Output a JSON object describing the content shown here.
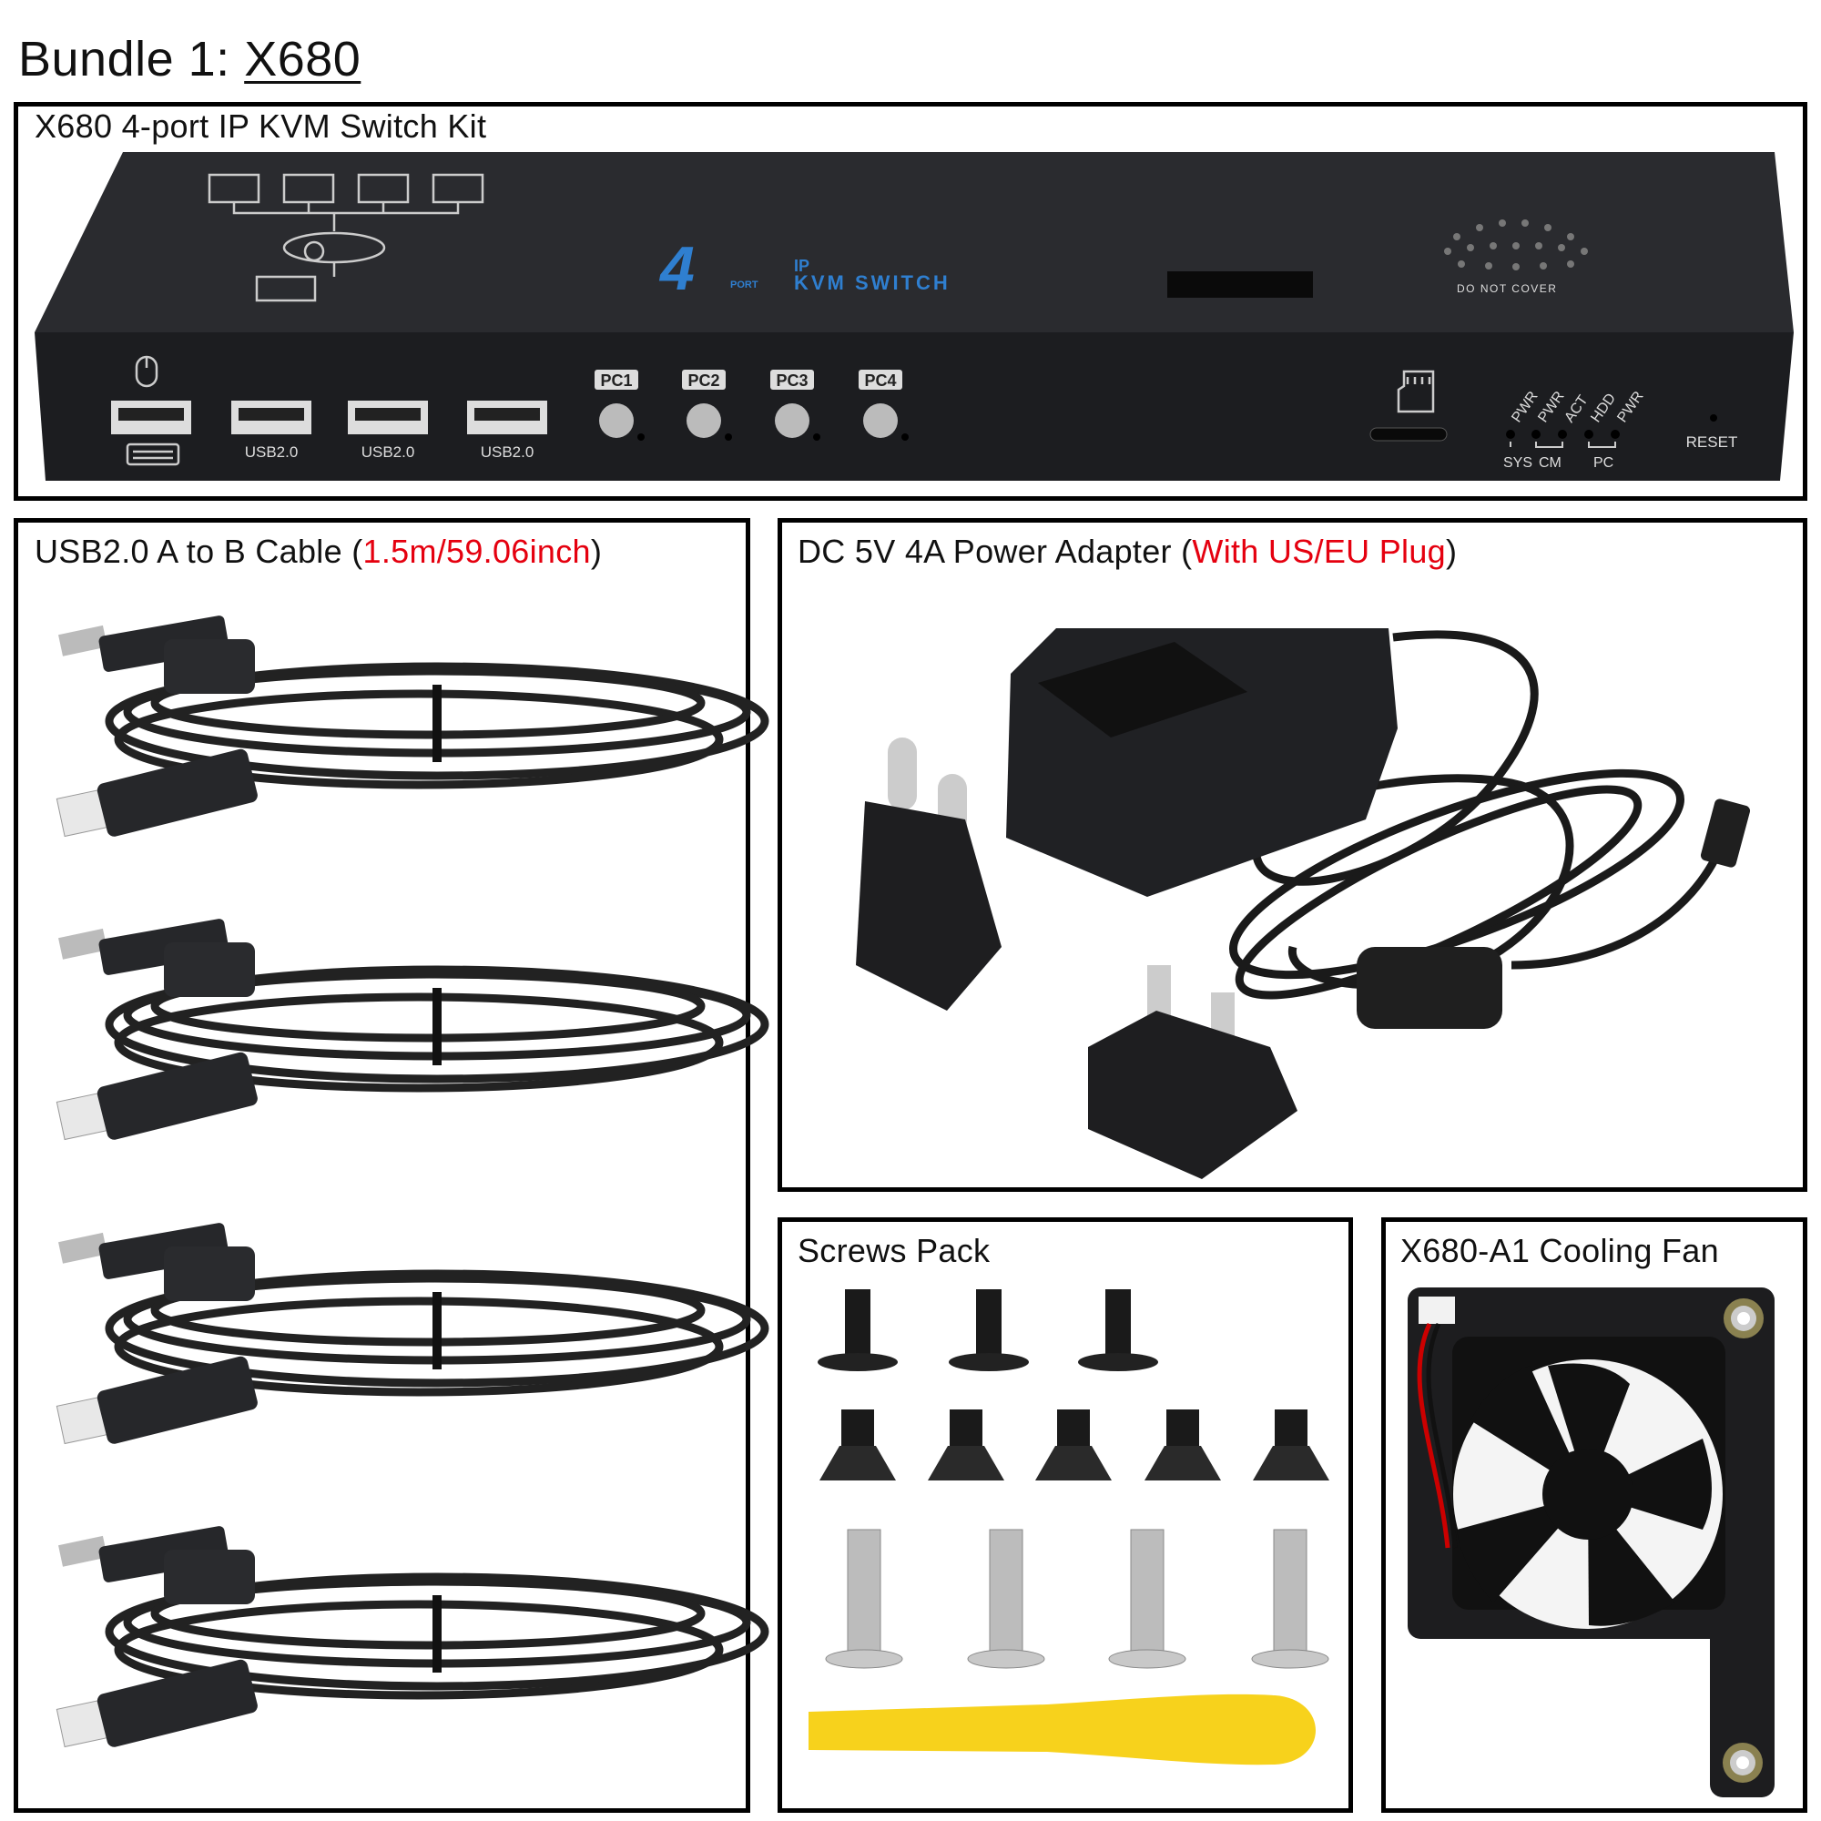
{
  "page_title": {
    "prefix": "Bundle 1: ",
    "model": "X680"
  },
  "kvm": {
    "label": "X680 4-port IP KVM Switch Kit",
    "top_face": {
      "big_number": "4",
      "port_word": "PORT",
      "ip": "IP",
      "name": "KVM SWITCH",
      "warning": "DO NOT COVER"
    },
    "usb_ports": [
      "USB2.0",
      "USB2.0",
      "USB2.0"
    ],
    "pc_buttons": [
      "PC1",
      "PC2",
      "PC3",
      "PC4"
    ],
    "led_labels": [
      "PWR",
      "PWR",
      "ACT",
      "HDD",
      "PWR"
    ],
    "led_groups": [
      "SYS",
      "CM",
      "PC"
    ],
    "reset": "RESET"
  },
  "usb_cable": {
    "label": "USB2.0 A to B Cable (",
    "spec": "1.5m/59.06inch",
    "close": ")",
    "count": 4
  },
  "power": {
    "label": "DC 5V 4A Power Adapter (",
    "spec": "With US/EU Plug",
    "close": ")"
  },
  "screws": {
    "label": "Screws Pack"
  },
  "fan": {
    "label": "X680-A1 Cooling Fan"
  },
  "colors": {
    "accent_red": "#e5000f",
    "kvm_blue": "#2f7fd0",
    "device_black": "#1c1d20",
    "pry_tool_yellow": "#f7d21c"
  }
}
